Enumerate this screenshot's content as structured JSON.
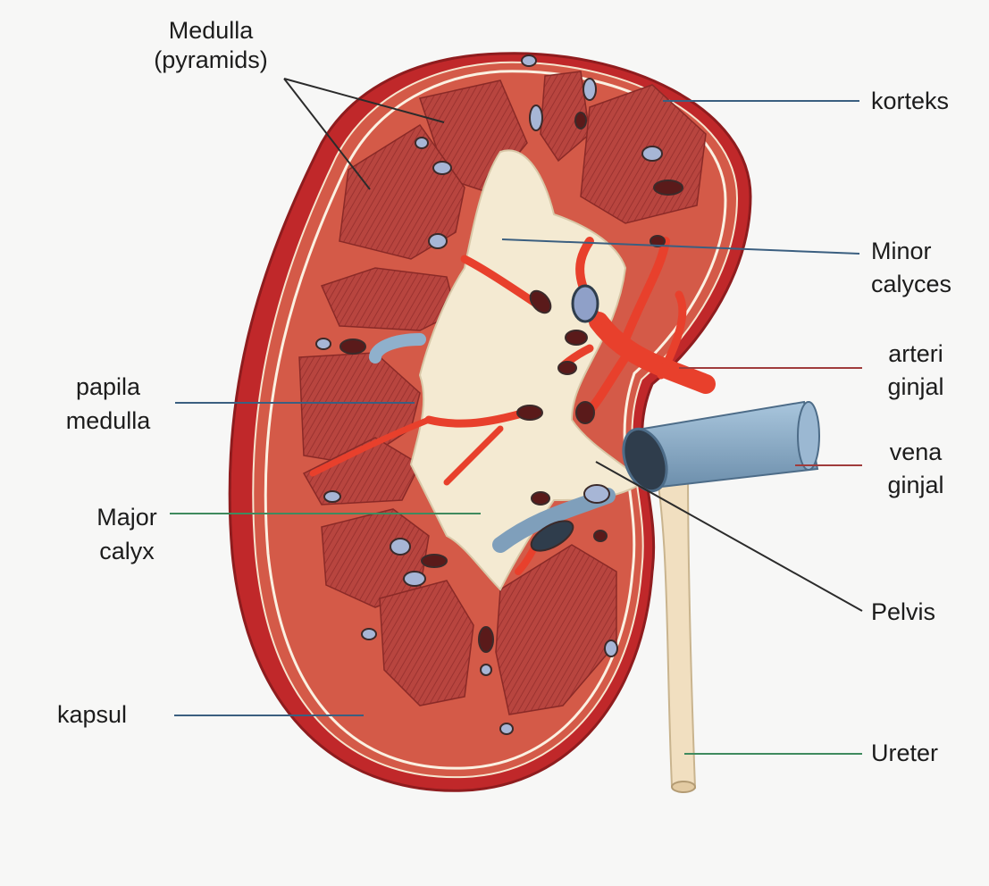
{
  "labels": {
    "medulla": "Medulla",
    "pyramids": "(pyramids)",
    "korteks": "korteks",
    "minor_1": "Minor",
    "minor_2": "calyces",
    "arteri_1": "arteri",
    "arteri_2": "ginjal",
    "vena_1": "vena",
    "vena_2": "ginjal",
    "papila_1": "papila",
    "papila_2": "medulla",
    "major_1": "Major",
    "major_2": "calyx",
    "pelvis": "Pelvis",
    "kapsul": "kapsul",
    "ureter": "Ureter"
  },
  "colors": {
    "background": "#f7f7f6",
    "capsule": "#c0282a",
    "cortex": "#d45a48",
    "pyramid": "#b8453f",
    "pelvis": "#f4ead2",
    "artery": "#e8402c",
    "vein": "#8fb0cc",
    "ureter": "#f1dfc0",
    "leader_blue": "#3b5f80",
    "leader_green": "#3f8a5e",
    "leader_red": "#a03c3c"
  }
}
